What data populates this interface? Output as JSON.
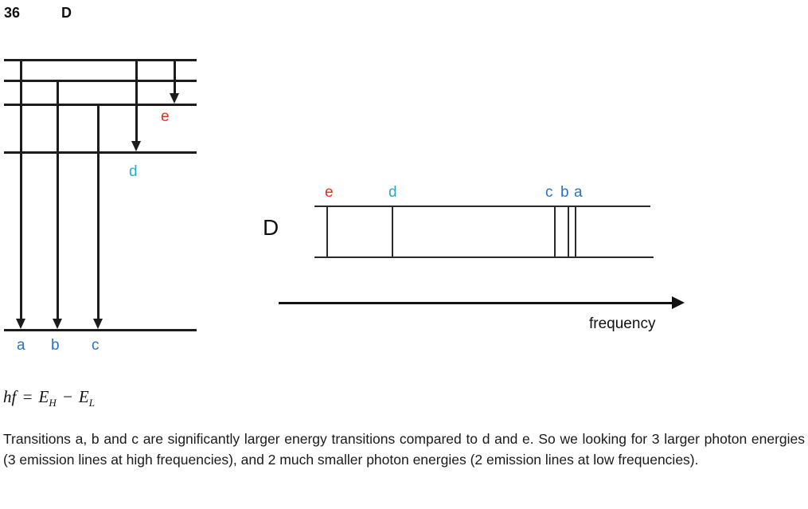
{
  "header": {
    "question_number": "36",
    "answer": "D"
  },
  "colors": {
    "transition_abc_blue": "#2b72c2",
    "transition_d_cyan": "#2aabc4",
    "transition_e_red": "#e42d22",
    "diagram_line_black": "#1c1c1c"
  },
  "energy_diagram": {
    "transition_labels": {
      "a": "a",
      "b": "b",
      "c": "c",
      "d": "d",
      "e": "e"
    }
  },
  "spectrum": {
    "diagram_label": "D",
    "line_labels": {
      "e": "e",
      "d": "d",
      "c": "c",
      "b": "b",
      "a": "a"
    },
    "axis_label": "frequency"
  },
  "equation": {
    "lhs": "hf",
    "equals": "=",
    "term_high": "E",
    "sub_high": "H",
    "minus": "−",
    "term_low": "E",
    "sub_low": "L"
  },
  "explanation": {
    "text": "Transitions a, b and c are significantly larger energy transitions compared to d and e. So we looking for 3 larger photon energies (3 emission lines at high frequencies), and 2 much smaller photon energies (2 emission lines at low frequencies)."
  }
}
